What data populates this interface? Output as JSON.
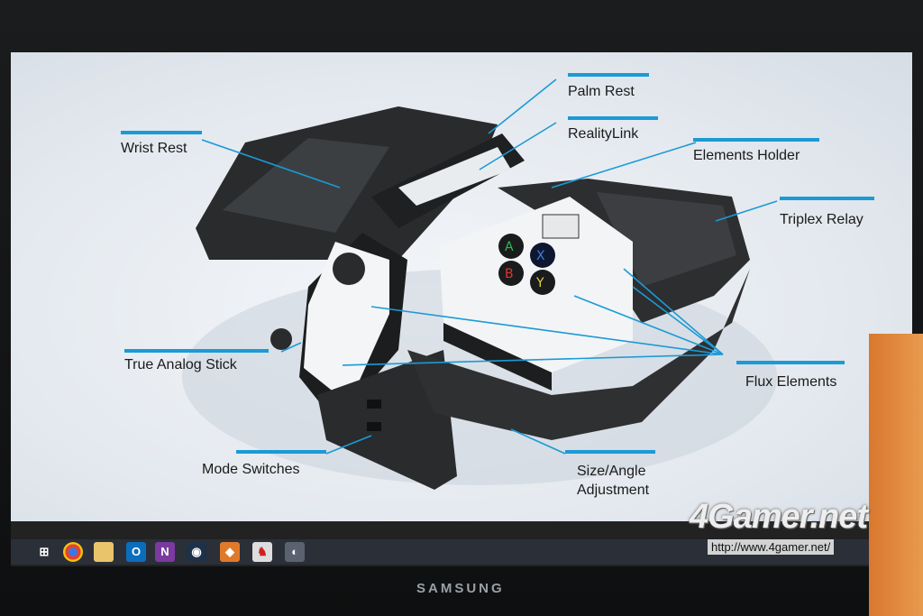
{
  "slide": {
    "labels": {
      "palm_rest": "Palm Rest",
      "reality_link": "RealityLink",
      "wrist_rest": "Wrist Rest",
      "elements_holder": "Elements Holder",
      "triplex_relay": "Triplex Relay",
      "true_analog_stick": "True Analog Stick",
      "flux_elements": "Flux Elements",
      "mode_switches": "Mode Switches",
      "size_angle_line1": "Size/Angle",
      "size_angle_line2": "Adjustment"
    },
    "accent_color": "#1b9ad6"
  },
  "taskbar": {
    "icons": [
      "windows-start-icon",
      "chrome-icon",
      "file-explorer-icon",
      "outlook-icon",
      "onenote-icon",
      "steam-icon",
      "game-app-icon",
      "figure-app-icon",
      "controller-app-icon"
    ]
  },
  "monitor": {
    "brand": "SAMSUNG"
  },
  "watermark": {
    "logo": "4Gamer.net",
    "url": "http://www.4gamer.net/"
  }
}
